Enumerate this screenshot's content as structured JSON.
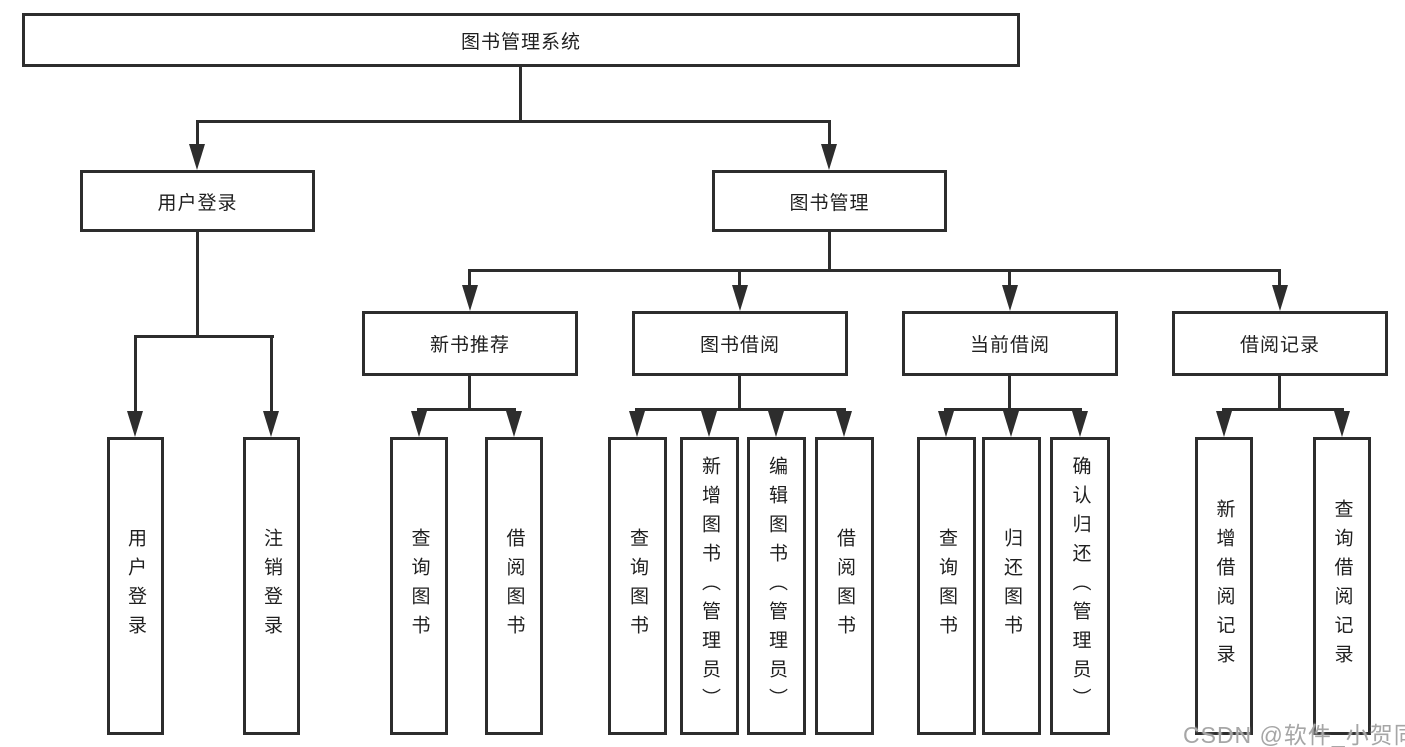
{
  "diagram": {
    "root": {
      "label": "图书管理系统"
    },
    "level2": [
      {
        "label": "用户登录"
      },
      {
        "label": "图书管理"
      }
    ],
    "level3": [
      {
        "label": "新书推荐"
      },
      {
        "label": "图书借阅"
      },
      {
        "label": "当前借阅"
      },
      {
        "label": "借阅记录"
      }
    ],
    "leaves": {
      "user_login": [
        "用户登录",
        "注销登录"
      ],
      "new_books": [
        "查询图书",
        "借阅图书"
      ],
      "book_borrow": [
        "查询图书",
        "新增图书（管理员）",
        "编辑图书（管理员）",
        "借阅图书"
      ],
      "current_borrow": [
        "查询图书",
        "归还图书",
        "确认归还（管理员）"
      ],
      "borrow_records": [
        "新增借阅记录",
        "查询借阅记录"
      ]
    }
  },
  "watermark": {
    "text": "CSDN @软件_小贺同学"
  },
  "colors": {
    "line": "#2d2d2d",
    "text": "#1f1f1f",
    "watermark": "#a6a6a6"
  }
}
